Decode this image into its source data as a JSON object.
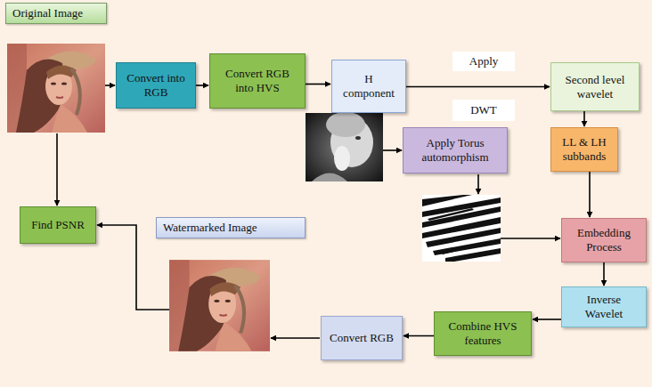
{
  "diagram": {
    "nodes": [
      {
        "text": [
          "Original Image"
        ]
      },
      {
        "text": [
          "Convert into RGB"
        ]
      },
      {
        "text": [
          "Convert RGB into HVS"
        ]
      },
      {
        "text": [
          "H component"
        ]
      },
      {
        "text": [
          "Second level wavelet"
        ]
      },
      {
        "text": [
          "LL & LH subbands"
        ]
      },
      {
        "text": [
          "Apply Torus automorphism"
        ]
      },
      {
        "text": [
          "Embedding Process"
        ]
      },
      {
        "text": [
          "Inverse Wavelet"
        ]
      },
      {
        "text": [
          "Combine HVS features"
        ]
      },
      {
        "text": [
          "Convert RGB"
        ]
      },
      {
        "text": [
          "Watermarked Image"
        ]
      },
      {
        "text": [
          "Find PSNR"
        ]
      }
    ],
    "edges": [
      {
        "from": 1,
        "to": 2,
        "arrow": "to"
      },
      {
        "from": 2,
        "to": 3,
        "arrow": "to"
      },
      {
        "from": 3,
        "to": 4,
        "arrow": "to"
      },
      {
        "from": 4,
        "to": 5,
        "arrow": "to"
      },
      {
        "from": 5,
        "to": 7,
        "arrow": "to"
      },
      {
        "from": 7,
        "to": 8,
        "arrow": "to"
      },
      {
        "from": 8,
        "to": 9,
        "arrow": "to"
      },
      {
        "from": 9,
        "to": 10,
        "arrow": "to"
      }
    ],
    "labels": [
      "Apply",
      "DWT"
    ]
  }
}
